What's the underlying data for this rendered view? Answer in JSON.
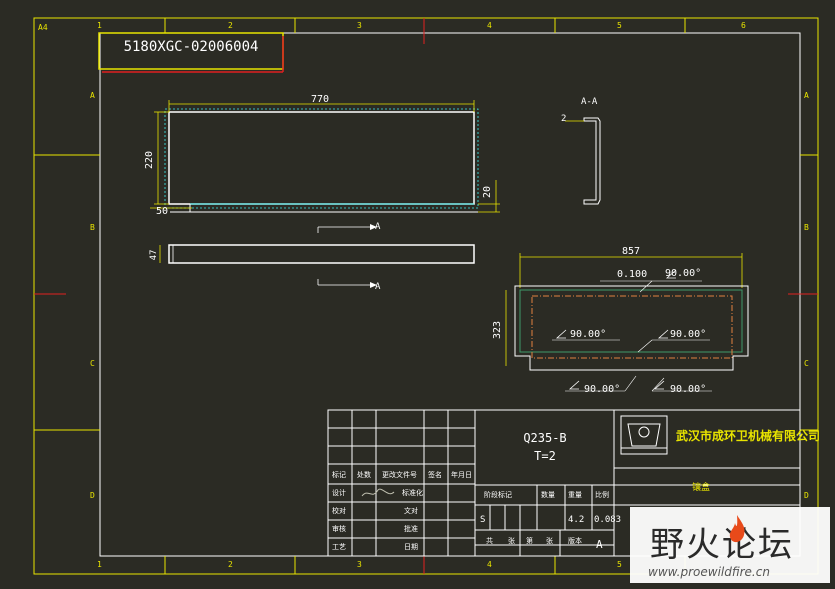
{
  "sheet": {
    "size_label": "A4",
    "border_numbers": [
      "1",
      "2",
      "3",
      "4",
      "5",
      "6"
    ],
    "border_letters": [
      "A",
      "B",
      "C",
      "D"
    ],
    "drawing_no": "5180XGC-02006004"
  },
  "main_view": {
    "dim_length": "770",
    "dim_height": "220",
    "dim_small_right": "20",
    "dim_small_left": "50",
    "side_dim": "47",
    "section_marker": "A"
  },
  "section_view": {
    "label": "A-A",
    "dim_thickness": "2"
  },
  "flat_view": {
    "dim_width": "857",
    "dim_height": "323",
    "bend_radius": "0.100",
    "bend_label": "90.00°"
  },
  "title_block": {
    "material": "Q235-B",
    "thickness": "T=2",
    "company": "武汉市成环卫机械有限公司",
    "part_name": "镶盒",
    "weight": "4.2",
    "scale": "0.083",
    "sheet_letter": "A",
    "row_labels": [
      "标记",
      "处数",
      "更改文件号",
      "签名",
      "年月日",
      "设计",
      "标准化",
      "校对",
      "文对",
      "审核",
      "批准",
      "工艺",
      "日期"
    ],
    "stage_labels": [
      "阶段标记",
      "数量",
      "重量",
      "比例"
    ],
    "sheet_labels": [
      "共",
      "张",
      "第",
      "张",
      "版本"
    ],
    "s_mark": "S"
  },
  "watermark": {
    "title": "野火论坛",
    "url": "www.proewildfire.cn"
  }
}
